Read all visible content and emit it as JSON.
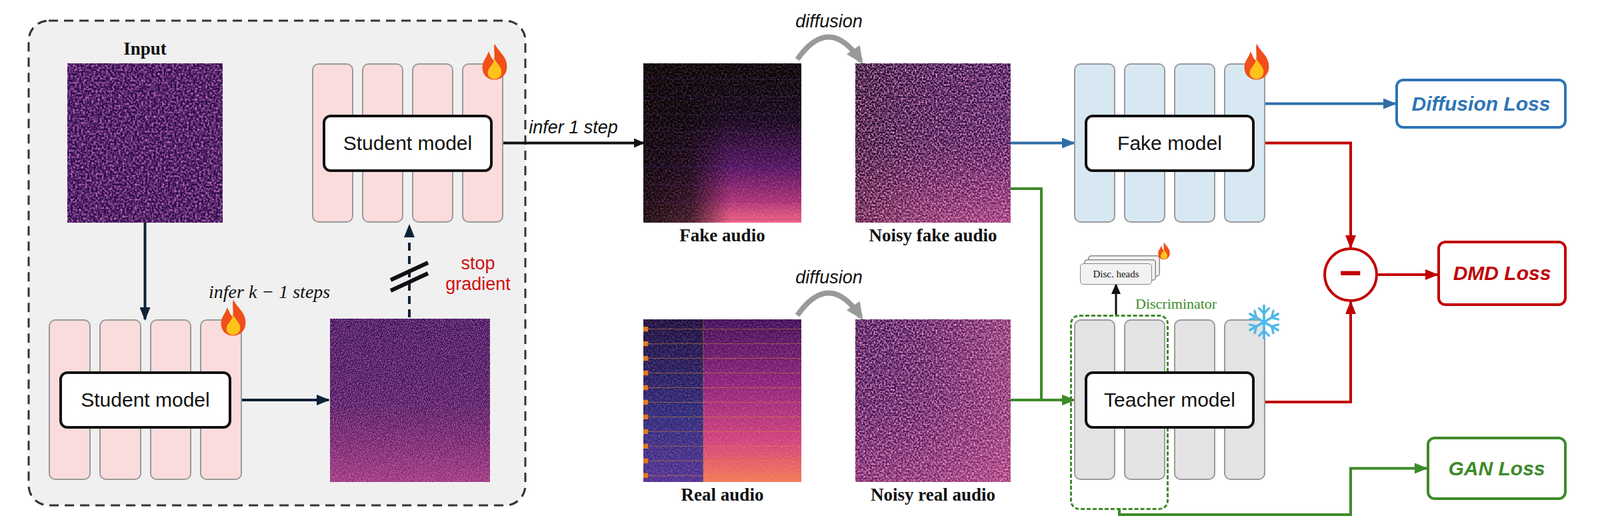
{
  "diagram": {
    "nodes": [
      {
        "text": [
          "Input"
        ]
      },
      {
        "text": [
          "Student model"
        ]
      },
      {
        "text": [
          "Student model"
        ]
      },
      {
        "text": [
          "Fake audio"
        ]
      },
      {
        "text": [
          "Noisy fake audio"
        ]
      },
      {
        "text": [
          "Real audio"
        ]
      },
      {
        "text": [
          "Noisy real audio"
        ]
      },
      {
        "text": [
          "Fake model"
        ]
      },
      {
        "text": [
          "Disc. heads"
        ]
      },
      {
        "text": [
          "Discriminator"
        ]
      },
      {
        "text": [
          "Teacher model"
        ]
      },
      {
        "text": [
          "−"
        ]
      },
      {
        "text": [
          "Diffusion Loss"
        ]
      },
      {
        "text": [
          "DMD Loss"
        ]
      },
      {
        "text": [
          "GAN Loss"
        ]
      }
    ],
    "edges": [
      {
        "from": 0,
        "to": 2,
        "arrow": "to"
      },
      {
        "from": 1,
        "to": 3,
        "label": "infer 1 step",
        "arrow": "to"
      },
      {
        "from": 3,
        "to": 4,
        "label": "diffusion",
        "arrow": "to"
      },
      {
        "from": 5,
        "to": 6,
        "label": "diffusion",
        "arrow": "to"
      },
      {
        "from": 4,
        "to": 7,
        "arrow": "to"
      },
      {
        "from": 4,
        "to": 10,
        "arrow": "to"
      },
      {
        "from": 6,
        "to": 10,
        "arrow": "to"
      },
      {
        "from": 7,
        "to": 12,
        "arrow": "to"
      },
      {
        "from": 7,
        "to": 11,
        "arrow": "to"
      },
      {
        "from": 10,
        "to": 11,
        "arrow": "to"
      },
      {
        "from": 11,
        "to": 13,
        "arrow": "to"
      },
      {
        "from": 9,
        "to": 8,
        "arrow": "to"
      },
      {
        "from": 9,
        "to": 14,
        "arrow": "to"
      }
    ],
    "labels": [
      "infer k − 1 steps",
      "stop gradient"
    ]
  }
}
